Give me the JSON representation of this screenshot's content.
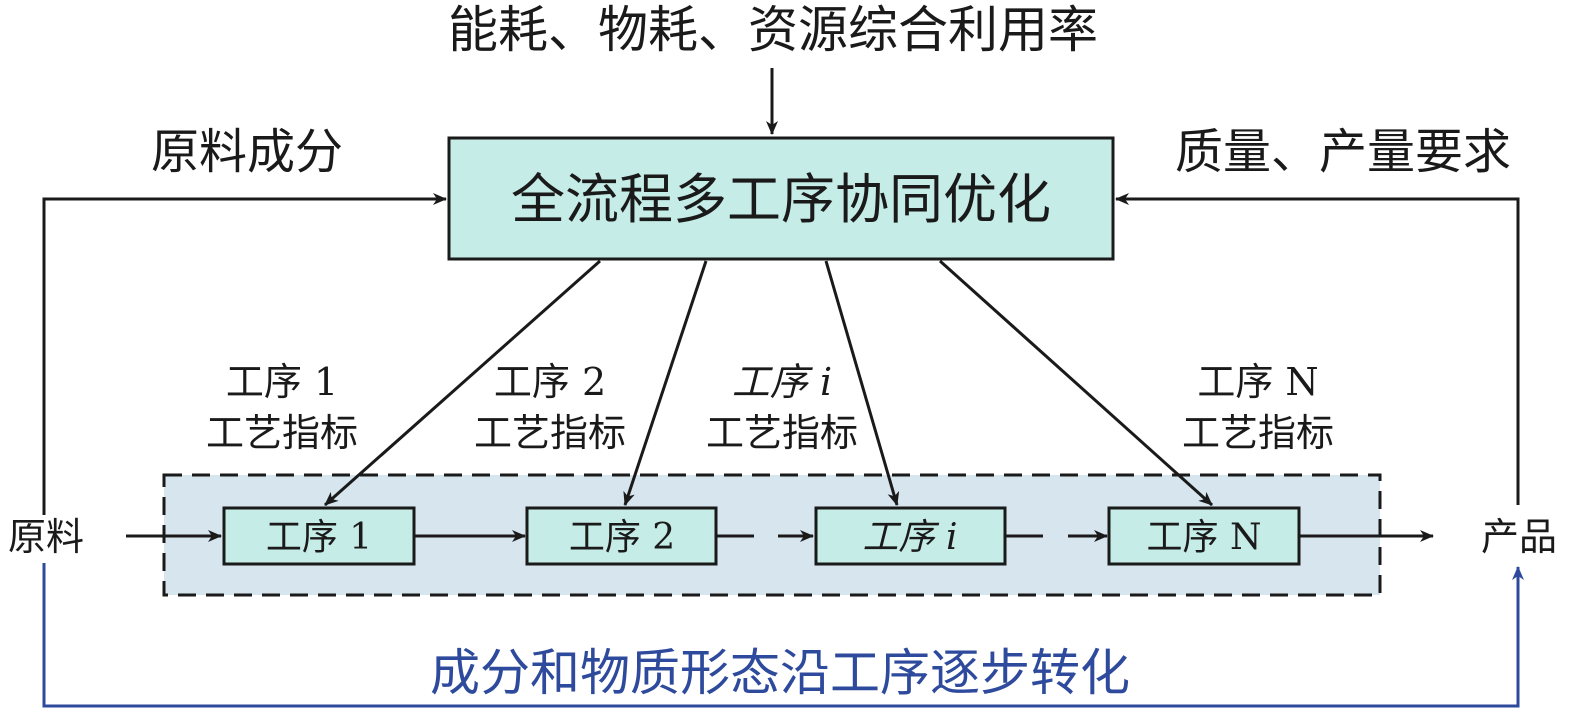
{
  "top_label": "能耗、物耗、资源综合利用率",
  "left_label": "原料成分",
  "right_label": "质量、产量要求",
  "center_box": "全流程多工序协同优化",
  "input_label": "原料",
  "output_label": "产品",
  "bottom_label": "成分和物质形态沿工序逐步转化",
  "processes": [
    {
      "label_line1": "工序 1",
      "label_line2": "工艺指标",
      "box": "工序 1"
    },
    {
      "label_line1": "工序 2",
      "label_line2": "工艺指标",
      "box": "工序 2"
    },
    {
      "label_line1": "工序 i",
      "label_line2": "工艺指标",
      "box": "工序 i"
    },
    {
      "label_line1": "工序 N",
      "label_line2": "工艺指标",
      "box": "工序 N"
    }
  ],
  "colors": {
    "center_box_fill": "#c6ece8",
    "process_box_fill": "#c6ece8",
    "process_region_fill": "#d6e5ee",
    "line": "#1a1a1a",
    "feedback_line": "#2e4a9c",
    "bottom_label": "#2e4a9c"
  }
}
